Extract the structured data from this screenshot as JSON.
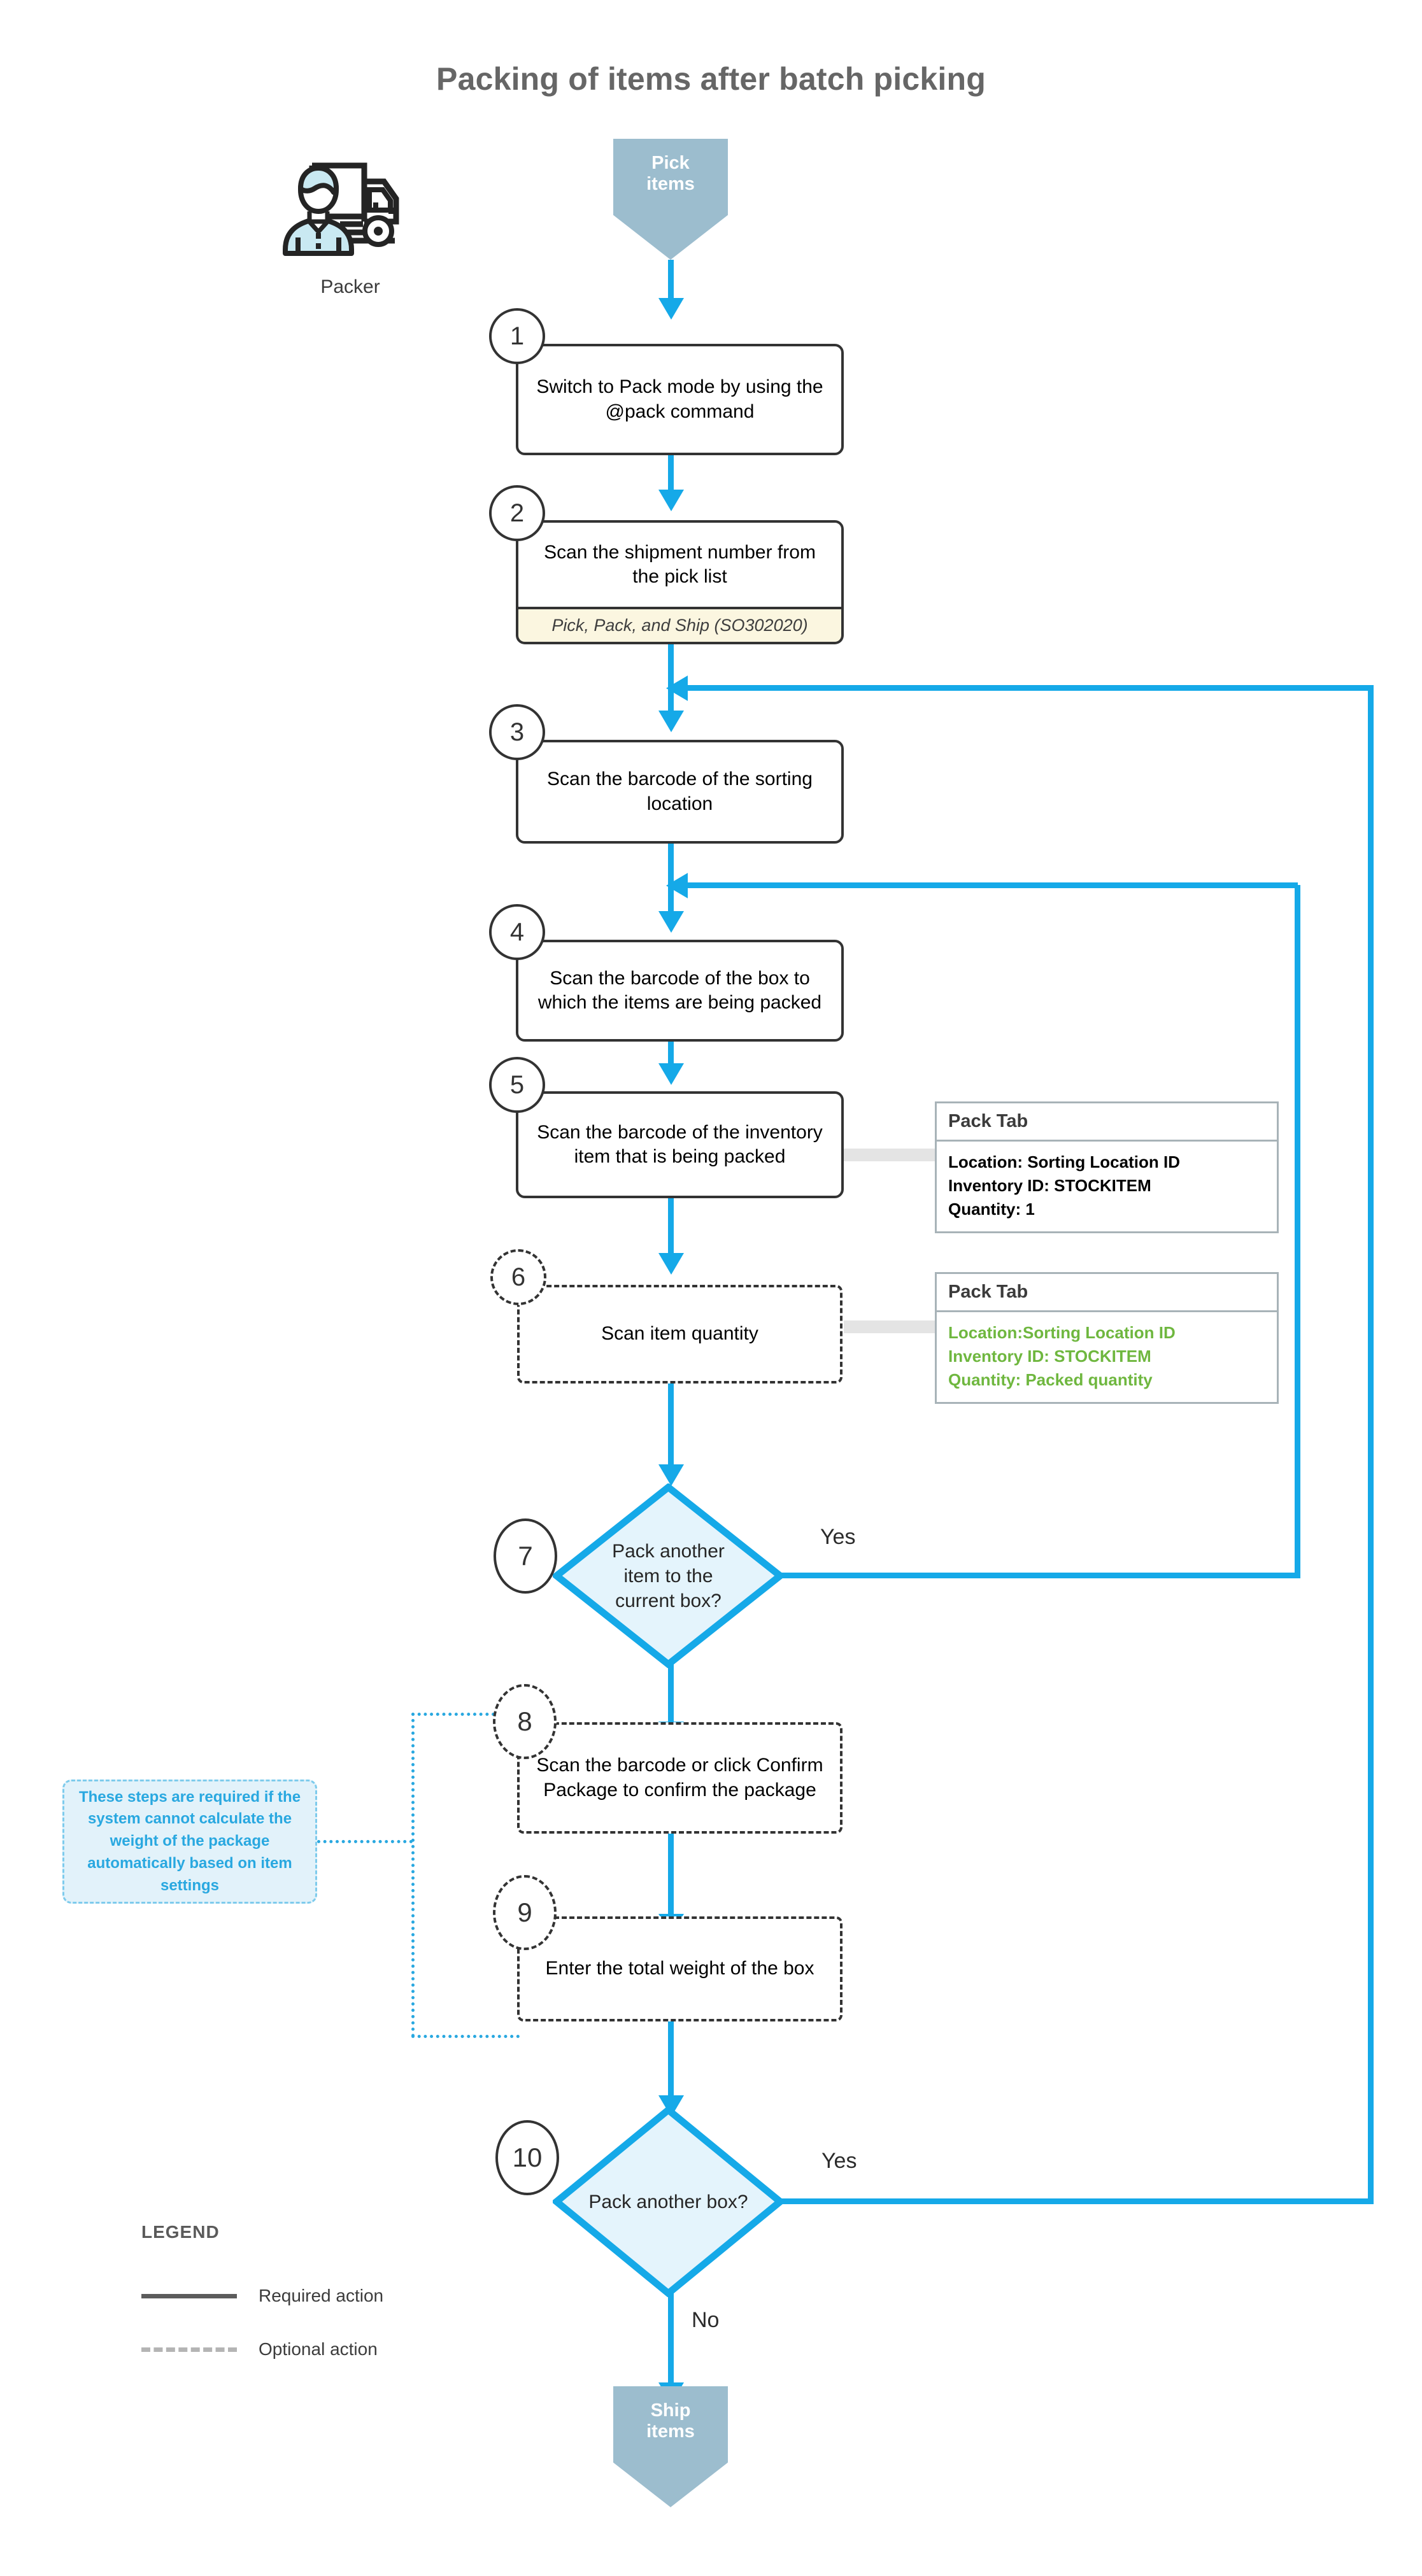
{
  "title": "Packing of items after batch picking",
  "actor": {
    "label": "Packer",
    "icon": "packer-truck-icon"
  },
  "terminators": {
    "start": {
      "line1": "Pick",
      "line2": "items"
    },
    "end": {
      "line1": "Ship",
      "line2": "items"
    }
  },
  "steps": [
    {
      "number": "1",
      "text": "Switch to Pack mode by using the @pack command",
      "optional": false
    },
    {
      "number": "2",
      "text": "Scan the shipment number from the pick list",
      "optional": false
    },
    {
      "number": "3",
      "text": "Scan the barcode of the sorting location",
      "optional": false
    },
    {
      "number": "4",
      "text": "Scan the barcode of the box to which the items are being packed",
      "optional": false
    },
    {
      "number": "5",
      "text": "Scan the barcode of the inventory item that is being packed",
      "optional": false
    },
    {
      "number": "6",
      "text": "Scan item quantity",
      "optional": true
    },
    {
      "number": "7",
      "text": "Pack another item to the current box?",
      "optional": false
    },
    {
      "number": "8",
      "text": "Scan the barcode or click Confirm Package to confirm the package",
      "optional": true
    },
    {
      "number": "9",
      "text": "Enter the total weight of the box",
      "optional": true
    },
    {
      "number": "10",
      "text": "Pack another box?",
      "optional": false
    }
  ],
  "shipment_note": "Pick, Pack, and Ship (SO302020)",
  "info_panels": [
    {
      "header": "Pack Tab",
      "lines": [
        "Location: Sorting Location ID",
        "Inventory ID: STOCKITEM",
        "Quantity: 1"
      ],
      "color": "#000000"
    },
    {
      "header": "Pack Tab",
      "lines": [
        "Location:Sorting  Location ID",
        "Inventory ID: STOCKITEM",
        "Quantity: Packed quantity"
      ],
      "color": "#6FB73F"
    }
  ],
  "weight_note": "These steps are required if the system cannot calculate the weight of the package automatically based on item settings",
  "branches": {
    "step7_yes": "Yes",
    "step10_yes": "Yes",
    "step10_no": "No"
  },
  "legend": {
    "title": "LEGEND",
    "items": [
      {
        "label": "Required action",
        "style": "solid"
      },
      {
        "label": "Optional action",
        "style": "dashed"
      }
    ]
  },
  "colors": {
    "flow": "#15A9E8",
    "terminator": "#9CBDCE",
    "decision_fill": "#E4F4FC",
    "note_fill": "#E2F2FA",
    "shipment_note_fill": "#FBF6E0",
    "green_text": "#6FB73F"
  }
}
